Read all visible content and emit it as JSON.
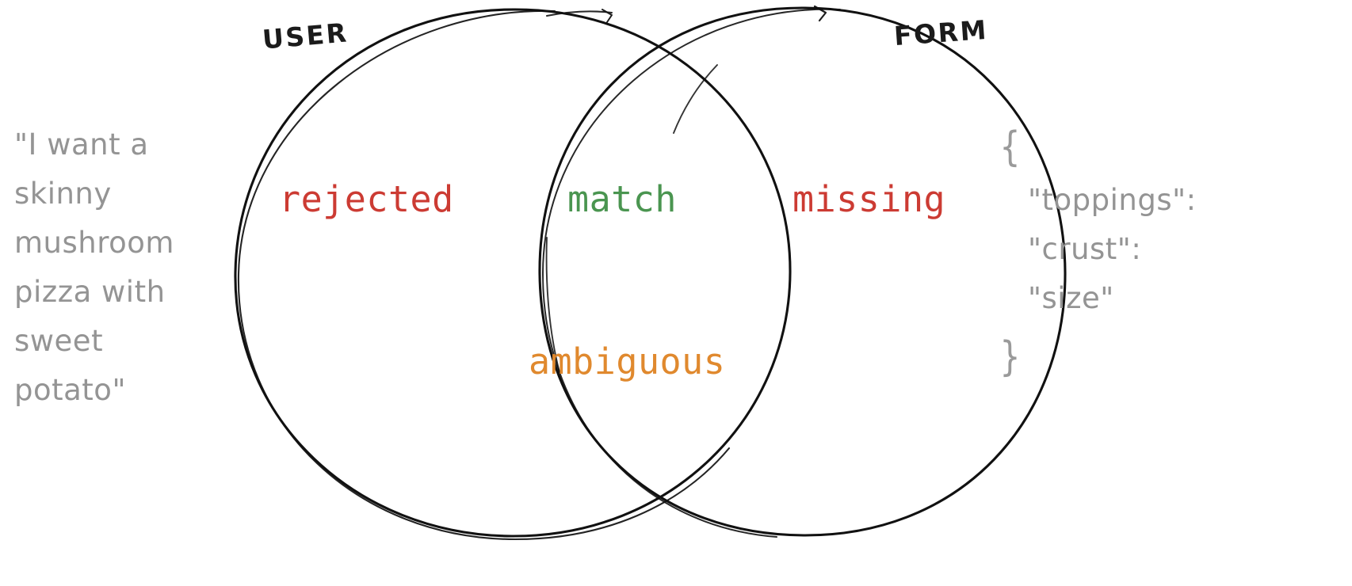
{
  "diagram": {
    "type": "venn",
    "style": "hand-drawn-sketch",
    "background": "#ffffff",
    "stroke_color": "#111111",
    "sets": [
      {
        "id": "user",
        "label": "USER"
      },
      {
        "id": "form",
        "label": "FORM"
      }
    ],
    "regions": [
      {
        "id": "rejected",
        "label": "rejected",
        "belongs_to": "user-only",
        "color": "#cc3b33"
      },
      {
        "id": "match",
        "label": "match",
        "belongs_to": "intersection",
        "color": "#4a9550"
      },
      {
        "id": "missing",
        "label": "missing",
        "belongs_to": "form-only",
        "color": "#cc3b33"
      },
      {
        "id": "ambiguous",
        "label": "ambiguous",
        "belongs_to": "intersection",
        "color": "#e0892e"
      }
    ]
  },
  "annotations": {
    "user_utterance": "\"I want a\nskinny\nmushroom\npizza with\nsweet\npotato\"",
    "form_schema": "\"toppings\":\n\"crust\":\n\"size\"",
    "brace_open": "{",
    "brace_close": "}",
    "text_color": "#949494"
  },
  "colors": {
    "red": "#cc3b33",
    "green": "#4a9550",
    "orange": "#e0892e",
    "gray": "#949494",
    "ink": "#111111"
  }
}
